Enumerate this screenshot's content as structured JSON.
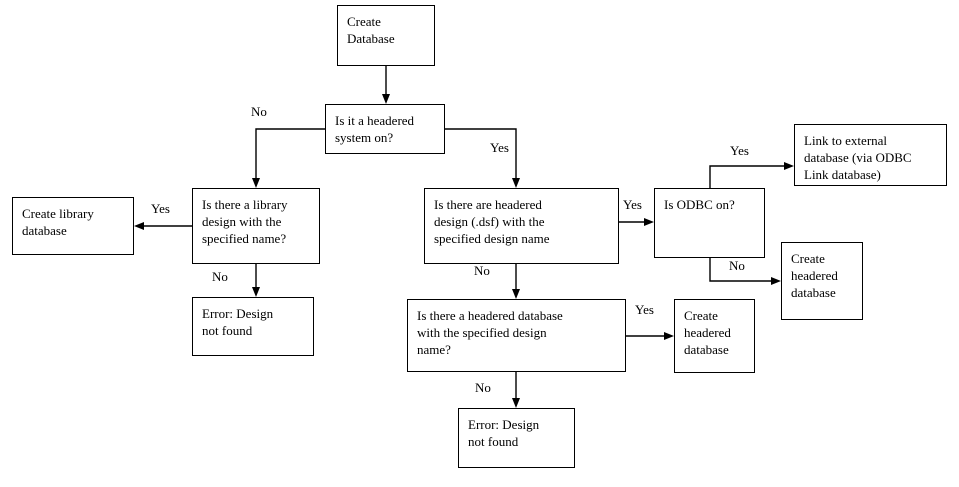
{
  "diagram": {
    "title": "Create Database flowchart",
    "line_color": "#000000",
    "box_fill": "#ffffff",
    "nodes": {
      "create_database": "Create\nDatabase",
      "is_headered_system": "Is it a headered\nsystem on?",
      "is_library_design": "Is there a library\ndesign with the\nspecified name?",
      "create_library_database": "Create library\ndatabase",
      "error_design_not_found_left": "Error: Design\nnot found",
      "is_headered_design_dsf": "Is there are headered\ndesign (.dsf) with the\nspecified design name",
      "is_odbc_on": "Is ODBC on?",
      "link_to_external_database": "Link to external\ndatabase (via ODBC\nLink database)",
      "create_headered_database_right": "Create\nheadered\ndatabase",
      "is_headered_database": "Is there a headered database\nwith the specified design\nname?",
      "create_headered_database_middle": "Create\nheadered\ndatabase",
      "error_design_not_found_middle": "Error: Design\nnot found"
    },
    "edge_labels": {
      "headered_system_no": "No",
      "headered_system_yes": "Yes",
      "library_design_yes": "Yes",
      "library_design_no": "No",
      "headered_design_yes": "Yes",
      "headered_design_no": "No",
      "odbc_yes": "Yes",
      "odbc_no": "No",
      "headered_database_yes": "Yes",
      "headered_database_no": "No"
    }
  }
}
